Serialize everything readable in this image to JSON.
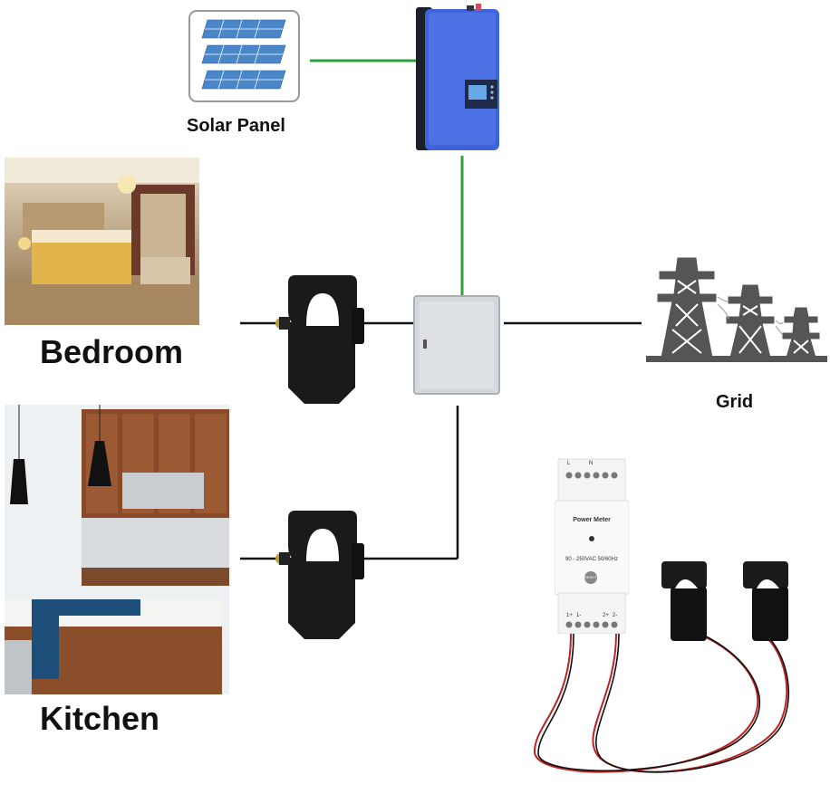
{
  "diagram": {
    "title": "Solar grid-tie power metering wiring diagram",
    "nodes": {
      "solar_panel": {
        "label": "Solar Panel"
      },
      "inverter": {
        "label": ""
      },
      "distribution_box": {
        "label": ""
      },
      "grid": {
        "label": "Grid"
      },
      "bedroom": {
        "label": "Bedroom"
      },
      "kitchen": {
        "label": "Kitchen"
      },
      "power_meter": {
        "title": "Power Meter",
        "spec": "90 - 250VAC 50/60Hz",
        "reset_label": "RESET",
        "top_terminals": [
          "L",
          "N"
        ],
        "bottom_terminals_left": [
          "1+",
          "1-"
        ],
        "bottom_terminals_right": [
          "2+",
          "2-"
        ]
      }
    },
    "connections": [
      {
        "from": "solar_panel",
        "to": "inverter",
        "color": "#2e9e3e"
      },
      {
        "from": "inverter",
        "to": "distribution_box",
        "color": "#2e9e3e"
      },
      {
        "from": "bedroom",
        "to": "distribution_box",
        "via": "ct_clamp_1",
        "color": "#111111"
      },
      {
        "from": "distribution_box",
        "to": "grid",
        "color": "#111111"
      },
      {
        "from": "kitchen",
        "to": "distribution_box",
        "via": "ct_clamp_2",
        "color": "#111111"
      }
    ],
    "colors": {
      "inverter": "#3f63d8",
      "wire_green": "#2e9e3e",
      "wire_black": "#111111",
      "tower": "#555555",
      "box": "#d4d8da"
    }
  }
}
